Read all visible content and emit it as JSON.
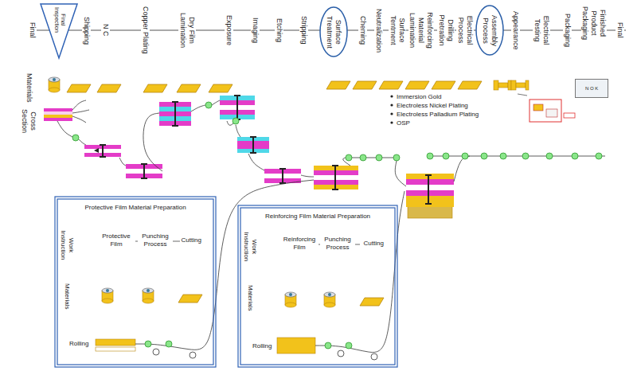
{
  "diagram": {
    "nodes": [
      {
        "text": [
          "Final Inspection"
        ]
      },
      {
        "text": [
          "Surface Treatment"
        ]
      },
      {
        "text": [
          "Assembly Process"
        ]
      },
      {
        "text": [
          "N O K"
        ]
      },
      {
        "text": [
          "Protective Film Material Preparation"
        ]
      },
      {
        "text": [
          "Reinforcing Film Material Preparation"
        ]
      }
    ],
    "labels": [
      "Final",
      "Shipping",
      "N C",
      "Copper Plating",
      "Dry Film Lamination",
      "Exposure",
      "Imaging",
      "Etching",
      "Stripping",
      "Cheming",
      "Neutralization",
      "Surface Tentment",
      "Reinforcing Material Lamination",
      "Drilling Pretration",
      "Electrical Process",
      "Appearance",
      "Electrical Testing",
      "Packaging",
      "Finished Product Packaging",
      "Final",
      "Materials",
      "Cross Section",
      "Immersion Gold",
      "Electroless Nickel Plating",
      "Electroless Palladium Plating",
      "OSP",
      "Work Instruction",
      "Protective Film",
      "Punching Process",
      "Cutting",
      "Materials",
      "Rolling",
      "Work Instruction",
      "Reinforcing Film",
      "Punching Process",
      "Cutting",
      "Materials",
      "Rolling"
    ]
  }
}
